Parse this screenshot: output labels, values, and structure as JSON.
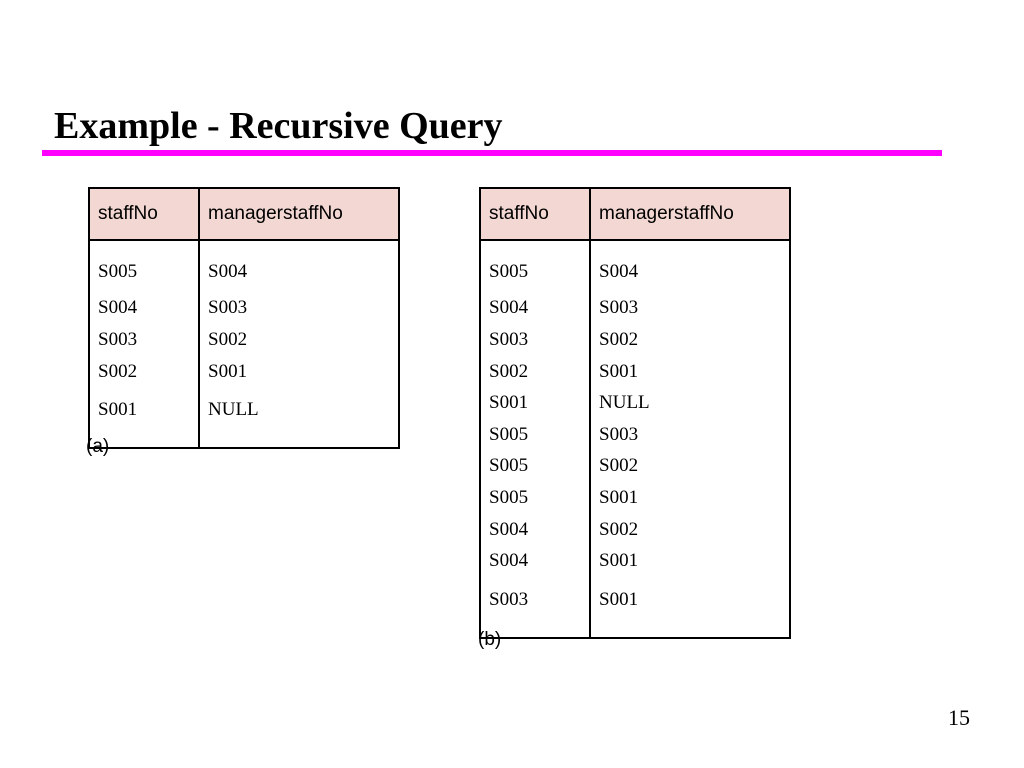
{
  "slide": {
    "title": "Example - Recursive Query",
    "page_number": "15",
    "accent_color": "#ff00ff"
  },
  "table_a": {
    "caption": "(a)",
    "header_color": "#f2d7d2",
    "headers": [
      "staffNo",
      "managerstaffNo"
    ],
    "rows": [
      [
        "S005",
        "S004"
      ],
      [
        "S004",
        "S003"
      ],
      [
        "S003",
        "S002"
      ],
      [
        "S002",
        "S001"
      ],
      [
        "S001",
        "NULL"
      ]
    ]
  },
  "table_b": {
    "caption": "(b)",
    "header_color": "#f2d7d2",
    "headers": [
      "staffNo",
      "managerstaffNo"
    ],
    "rows": [
      [
        "S005",
        "S004"
      ],
      [
        "S004",
        "S003"
      ],
      [
        "S003",
        "S002"
      ],
      [
        "S002",
        "S001"
      ],
      [
        "S001",
        "NULL"
      ],
      [
        "S005",
        "S003"
      ],
      [
        "S005",
        "S002"
      ],
      [
        "S005",
        "S001"
      ],
      [
        "S004",
        "S002"
      ],
      [
        "S004",
        "S001"
      ],
      [
        "S003",
        "S001"
      ]
    ]
  }
}
